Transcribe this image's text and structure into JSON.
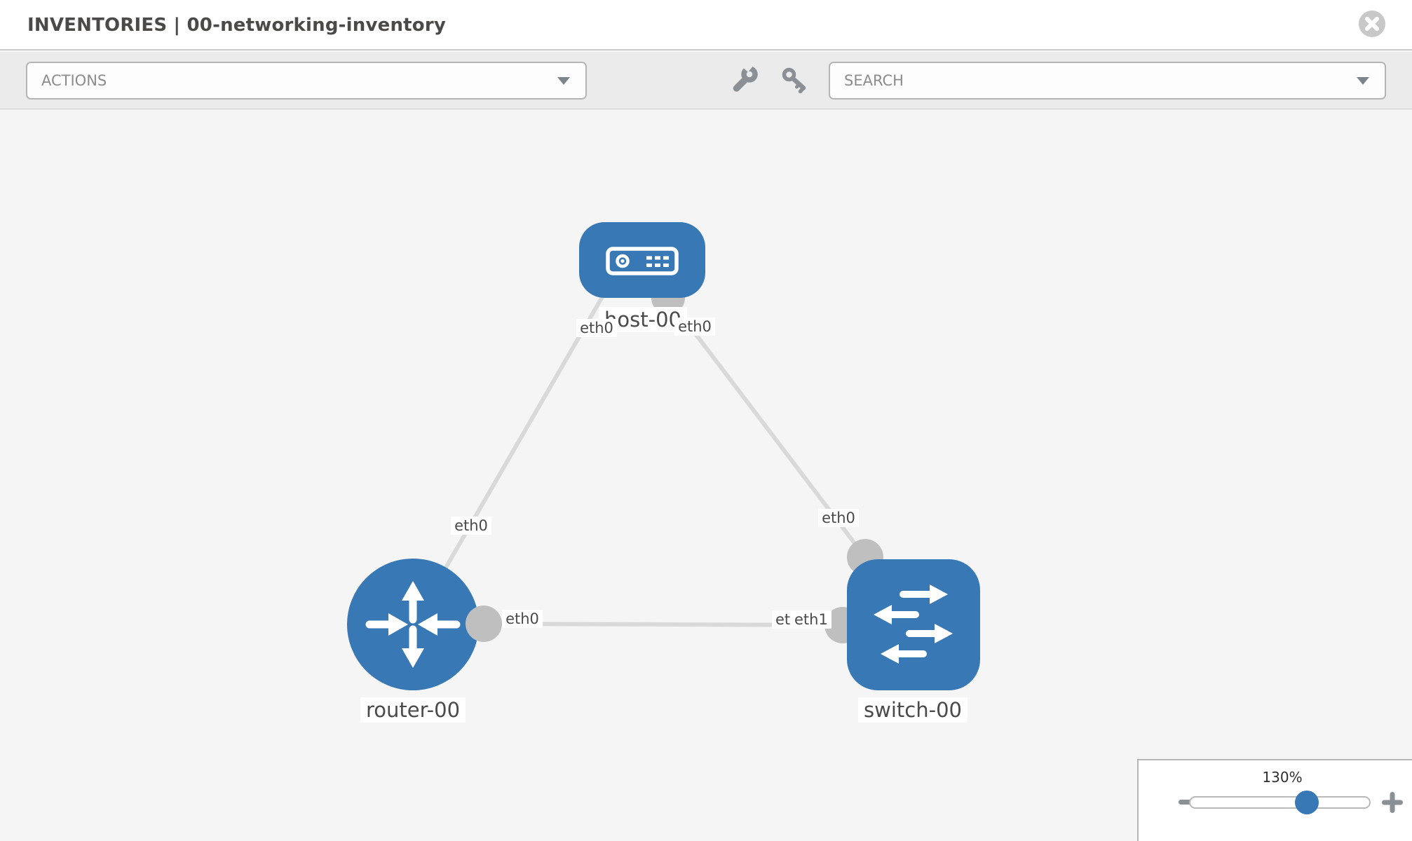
{
  "header": {
    "title": "INVENTORIES | 00-networking-inventory"
  },
  "toolbar": {
    "actions_dropdown": {
      "label": "ACTIONS"
    },
    "tool_icons": [
      {
        "name": "wrench-icon"
      },
      {
        "name": "key-icon"
      }
    ],
    "search_dropdown": {
      "placeholder": "SEARCH"
    }
  },
  "canvas": {
    "nodes": [
      {
        "id": "host-00",
        "label": "host-00",
        "type": "host",
        "icon": "server-icon"
      },
      {
        "id": "router-00",
        "label": "router-00",
        "type": "router",
        "icon": "router-arrows-icon"
      },
      {
        "id": "switch-00",
        "label": "switch-00",
        "type": "switch",
        "icon": "switch-arrows-icon"
      }
    ],
    "links": [
      {
        "from": "host-00",
        "to": "router-00",
        "from_label": "eth0",
        "to_label": "eth0"
      },
      {
        "from": "host-00",
        "to": "switch-00",
        "from_label": "eth0",
        "to_label": "eth0"
      },
      {
        "from": "router-00",
        "to": "switch-00",
        "from_label": "eth0",
        "to_label_under": "eth0",
        "to_label_over": "eth1"
      }
    ]
  },
  "zoom_control": {
    "value": "130%"
  },
  "colors": {
    "node_blue": "#3878b5",
    "link_gray": "#d9d9d9",
    "interface_gray": "#bfbfbf",
    "canvas_bg": "#f5f5f5",
    "toolbar_bg": "#ebebeb",
    "icon_gray": "#8a9096",
    "label_text": "#4a4a4a"
  }
}
